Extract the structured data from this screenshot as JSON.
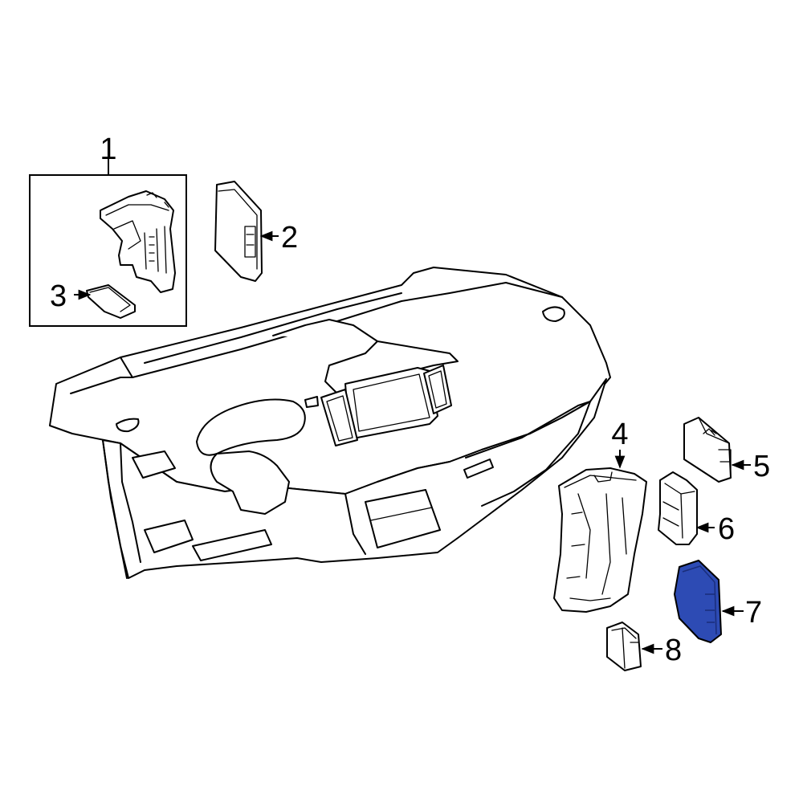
{
  "callouts": [
    {
      "id": "1",
      "label": "1"
    },
    {
      "id": "2",
      "label": "2"
    },
    {
      "id": "3",
      "label": "3"
    },
    {
      "id": "4",
      "label": "4"
    },
    {
      "id": "5",
      "label": "5"
    },
    {
      "id": "6",
      "label": "6"
    },
    {
      "id": "7",
      "label": "7"
    },
    {
      "id": "8",
      "label": "8"
    }
  ],
  "colors": {
    "line": "#000000",
    "background": "#ffffff",
    "highlight_part": "#2d4bb4"
  },
  "highlighted_part": "7"
}
